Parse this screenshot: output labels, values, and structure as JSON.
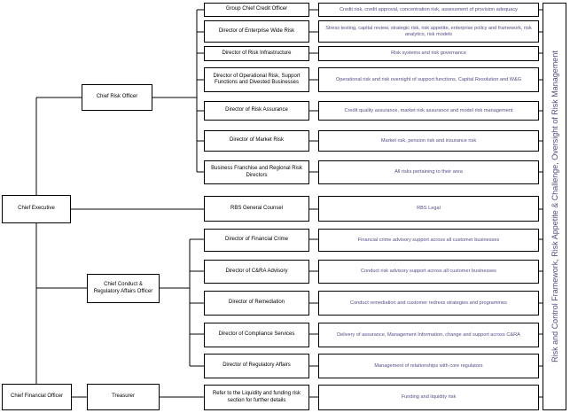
{
  "executives": {
    "chief_executive": "Chief Executive",
    "chief_risk_officer": "Chief Risk Officer",
    "chief_conduct_officer": "Chief Conduct & Regulatory Affairs Officer",
    "chief_financial_officer": "Chief Financial Officer",
    "treasurer": "Treasurer"
  },
  "rows": [
    {
      "role": "Group Chief Credit Officer",
      "desc": "Credit risk, credit approval, concentration risk, assessment of provision adequacy"
    },
    {
      "role": "Director of Enterprise Wide Risk",
      "desc": "Stress testing, capital review, strategic risk, risk appetite, enterprise policy and framework, risk analytics, risk models"
    },
    {
      "role": "Director of Risk Infrastructure",
      "desc": "Risk systems and risk governance"
    },
    {
      "role": "Director of Operational Risk, Support Functions and Divested Businesses",
      "desc": "Operational risk and risk oversight of support functions, Capital Resolution and W&G"
    },
    {
      "role": "Director of Risk Assurance",
      "desc": "Credit quality assurance, market risk assurance and model risk management"
    },
    {
      "role": "Director of Market Risk",
      "desc": "Market risk, pension risk and insurance risk"
    },
    {
      "role": "Business Franchise and Regional Risk Directors",
      "desc": "All risks pertaining to their area"
    },
    {
      "role": "RBS General Counsel",
      "desc": "RBS Legal"
    },
    {
      "role": "Director of Financial Crime",
      "desc": "Financial crime advisory support across all customer businesses"
    },
    {
      "role": "Director of C&RA Advisory",
      "desc": "Conduct risk advisory support across all customer businesses"
    },
    {
      "role": "Director of Remediation",
      "desc": "Conduct remediation and customer redress strategies and programmes"
    },
    {
      "role": "Director of Compliance Services",
      "desc": "Delivery of assurance, Management Information, change and support across C&RA"
    },
    {
      "role": "Director of Regulatory Affairs",
      "desc": "Management of relationships with core regulators"
    },
    {
      "role": "Refer to the Liquidity and funding risk section for further details",
      "desc": "Funding and liquidity risk"
    }
  ],
  "side_label": "Risk and Control Framework, Risk Appetite & Challenge, Oversight of Risk Management"
}
